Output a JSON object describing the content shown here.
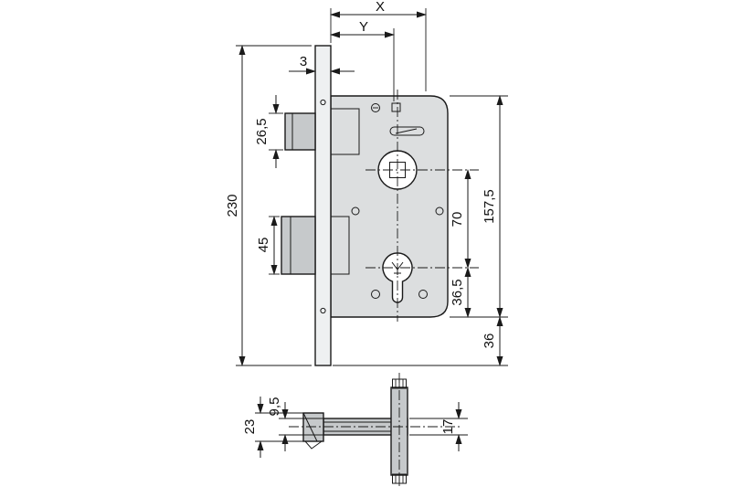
{
  "drawing": {
    "type": "technical-drawing",
    "subject": "mortise lock dimensional diagram, front view and bottom section view",
    "colors": {
      "line": "#1a1a1a",
      "case_fill": "#dcdedf",
      "bolt_fill": "#c6c9cb",
      "plate_fill": "#eef0f1",
      "background": "#ffffff"
    },
    "dimensions": {
      "backset_x": "X",
      "backset_y": "Y",
      "faceplate_thickness": "3",
      "latch_bolt_height": "26,5",
      "faceplate_length": "230",
      "deadbolt_height": "45",
      "follower_to_cylinder": "70",
      "case_length": "157,5",
      "cylinder_to_case_end": "36,5",
      "case_end_to_plate_end": "36",
      "section_latch_thickness": "9,5",
      "section_head_height": "23",
      "section_case_width": "17"
    }
  }
}
